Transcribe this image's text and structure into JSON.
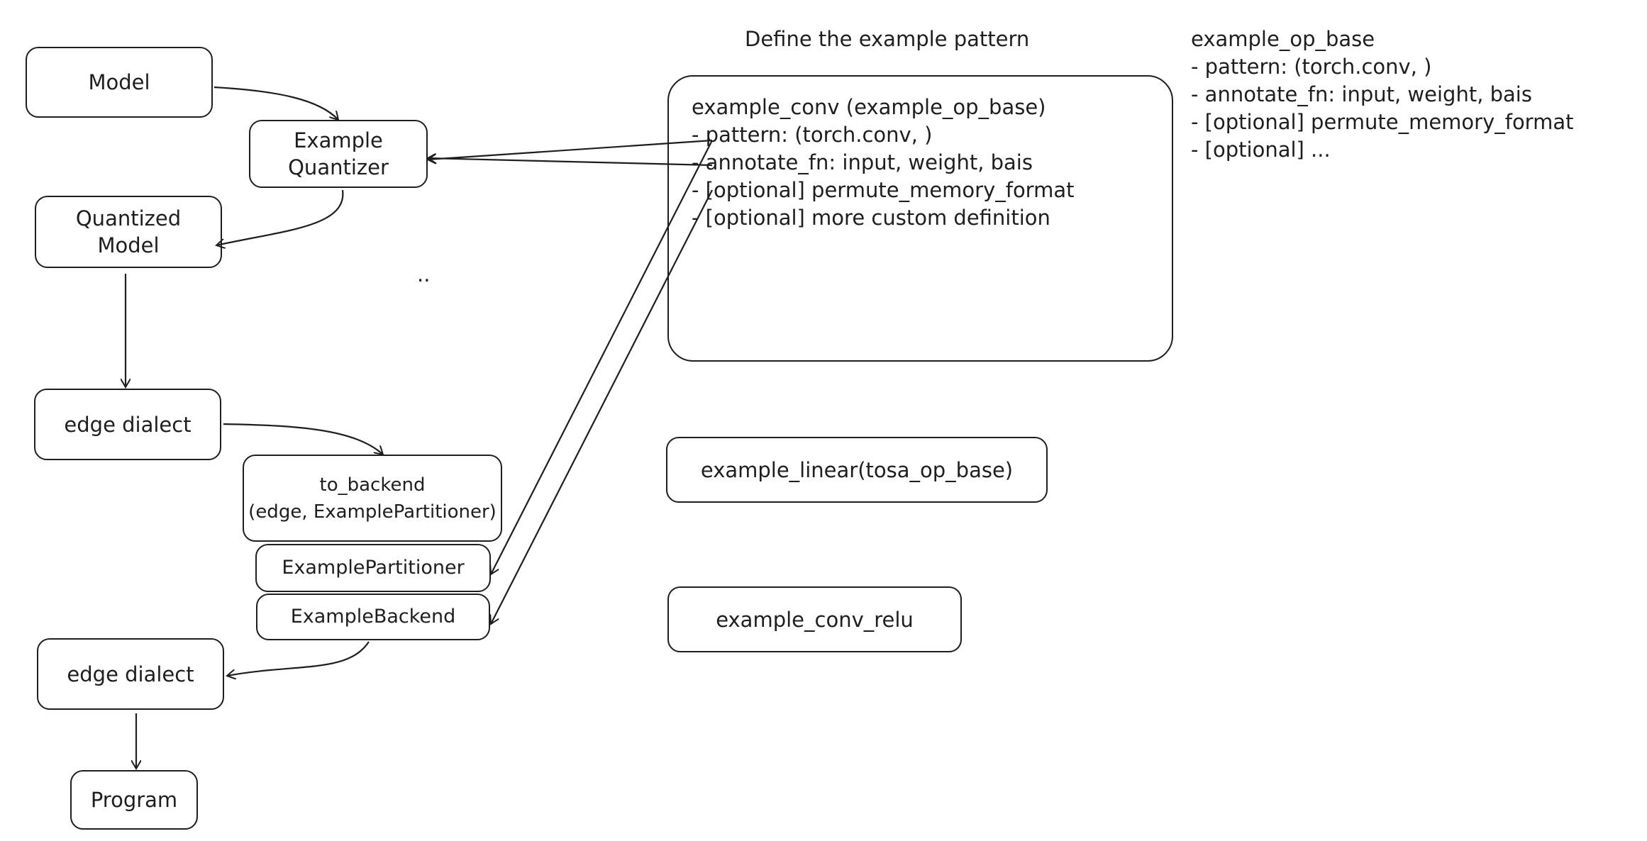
{
  "flow": {
    "model": "Model",
    "quantizer_line1": "Example",
    "quantizer_line2": "Quantizer",
    "quantized_line1": "Quantized",
    "quantized_line2": "Model",
    "edge_dialect_1": "edge dialect",
    "to_backend_line1": "to_backend",
    "to_backend_line2": "(edge, ExamplePartitioner)",
    "partitioner": "ExamplePartitioner",
    "backend": "ExampleBackend",
    "edge_dialect_2": "edge dialect",
    "program": "Program",
    "dots": ".."
  },
  "pattern": {
    "title": "Define the example pattern",
    "conv_box": {
      "lines": [
        "example_conv (example_op_base)",
        "- pattern: (torch.conv, )",
        "- annotate_fn: input, weight, bais",
        "- [optional] permute_memory_format",
        "- [optional] more custom definition"
      ]
    },
    "linear_box": "example_linear(tosa_op_base)",
    "conv_relu_box": "example_conv_relu"
  },
  "op_base": {
    "lines": [
      "example_op_base",
      "- pattern: (torch.conv, )",
      "- annotate_fn: input, weight, bais",
      "- [optional] permute_memory_format",
      "- [optional] ..."
    ]
  }
}
